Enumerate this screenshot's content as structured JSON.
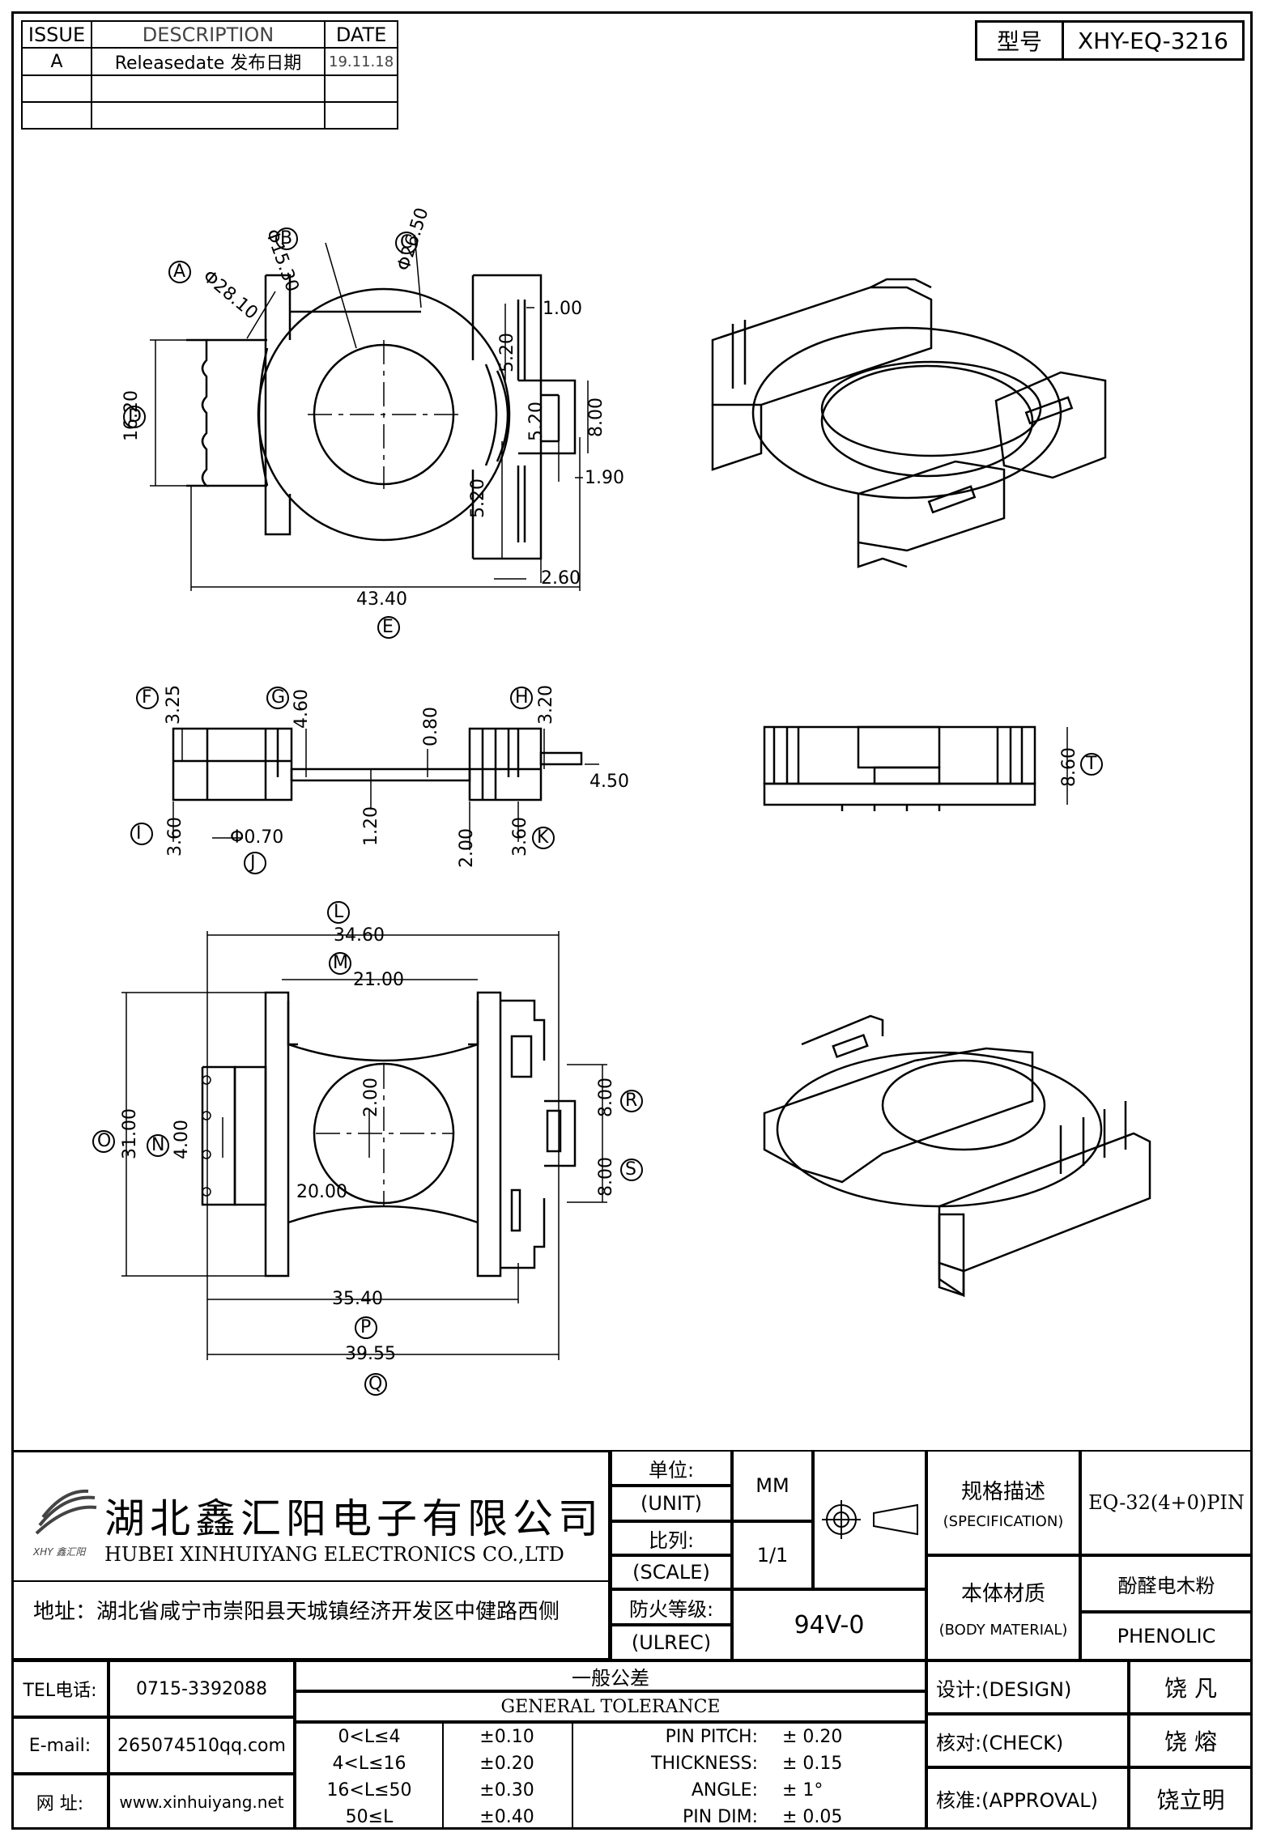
{
  "revision": {
    "headers": [
      "ISSUE",
      "DESCRIPTION",
      "DATE"
    ],
    "rows": [
      {
        "issue": "A",
        "description": "Releasedate 发布日期",
        "date": "19.11.18"
      },
      {
        "issue": "",
        "description": "",
        "date": ""
      },
      {
        "issue": "",
        "description": "",
        "date": ""
      }
    ]
  },
  "model": {
    "label": "型号",
    "value": "XHY-EQ-3216"
  },
  "top_view": {
    "callouts": [
      "A",
      "B",
      "C",
      "D",
      "E"
    ],
    "dims": [
      "Φ28.10",
      "Φ15.30",
      "Φ26.50",
      "16.20",
      "43.40",
      "1.00",
      "5.20",
      "5.20",
      "8.00",
      "1.90",
      "5.20",
      "2.60"
    ]
  },
  "side_view": {
    "callouts": [
      "F",
      "G",
      "H",
      "I",
      "J",
      "K",
      "T"
    ],
    "dims": [
      "3.25",
      "4.60",
      "0.80",
      "3.20",
      "4.50",
      "3.60",
      "Φ0.70",
      "1.20",
      "2.00",
      "3.60",
      "8.60"
    ]
  },
  "bottom_view": {
    "callouts": [
      "L",
      "M",
      "N",
      "O",
      "P",
      "Q",
      "R",
      "S"
    ],
    "dims": [
      "34.60",
      "21.00",
      "2.00",
      "31.00",
      "4.00",
      "20.00",
      "8.00",
      "8.00",
      "35.40",
      "39.55"
    ]
  },
  "company": {
    "name_cn": "湖北鑫汇阳电子有限公司",
    "name_en": "HUBEI XINHUIYANG ELECTRONICS CO.,LTD",
    "address": "地址：湖北省咸宁市崇阳县天城镇经济开发区中健路西侧",
    "logo_text": "XHY 鑫汇阳"
  },
  "unit": {
    "label_cn": "单位:",
    "label_en": "(UNIT)",
    "value": "MM"
  },
  "scale": {
    "label_cn": "比列:",
    "label_en": "(SCALE)",
    "value": "1/1"
  },
  "ulrec": {
    "label_cn": "防火等级:",
    "label_en": "(ULREC)",
    "value": "94V-0"
  },
  "spec": {
    "label_cn": "规格描述",
    "label_en": "(SPECIFICATION)",
    "value": "EQ-32(4+0)PIN"
  },
  "material": {
    "label_cn": "本体材质",
    "label_en": "(BODY MATERIAL)",
    "value_cn": "酚醛电木粉",
    "value_en": "PHENOLIC"
  },
  "contact": {
    "tel_label": "TEL电话:",
    "tel": "0715-3392088",
    "email_label": "E-mail:",
    "email": "265074510qq.com",
    "web_label": "网  址:",
    "web": "www.xinhuiyang.net"
  },
  "tolerance": {
    "title_cn": "一般公差",
    "title_en": "GENERAL TOLERANCE",
    "ranges": [
      {
        "range": "0<L≤4",
        "tol": "±0.10"
      },
      {
        "range": "4<L≤16",
        "tol": "±0.20"
      },
      {
        "range": "16<L≤50",
        "tol": "±0.30"
      },
      {
        "range": "50≤L",
        "tol": "±0.40"
      }
    ],
    "others": [
      {
        "name": "PIN PITCH:",
        "tol": "± 0.20"
      },
      {
        "name": "THICKNESS:",
        "tol": "± 0.15"
      },
      {
        "name": "ANGLE:",
        "tol": "± 1°"
      },
      {
        "name": "PIN DIM:",
        "tol": "± 0.05"
      }
    ]
  },
  "signoff": [
    {
      "label": "设计:(DESIGN)",
      "name": "饶  凡"
    },
    {
      "label": "核对:(CHECK)",
      "name": "饶  熔"
    },
    {
      "label": "核准:(APPROVAL)",
      "name": "饶立明"
    }
  ]
}
